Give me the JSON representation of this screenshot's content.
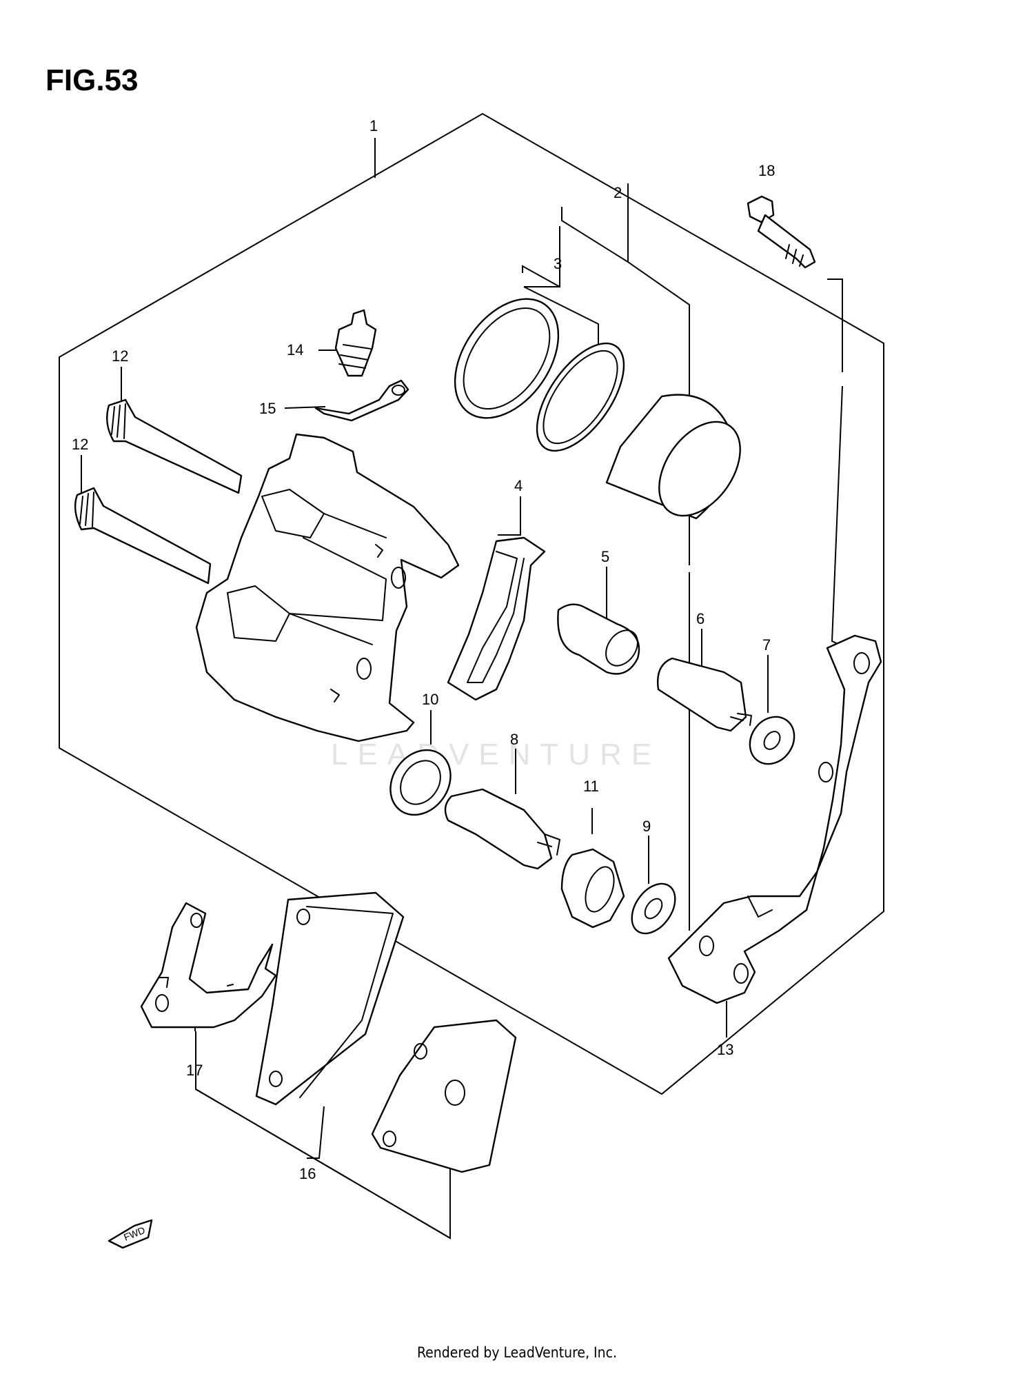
{
  "figure": {
    "title": "FIG.53"
  },
  "footer": {
    "text": "Rendered by LeadVenture, Inc."
  },
  "watermark": {
    "text": "LEADVENTURE"
  },
  "fwd_label": "FWD",
  "callouts": [
    {
      "id": "c1",
      "label": "1"
    },
    {
      "id": "c2",
      "label": "2"
    },
    {
      "id": "c3",
      "label": "3"
    },
    {
      "id": "c4",
      "label": "4"
    },
    {
      "id": "c5",
      "label": "5"
    },
    {
      "id": "c6",
      "label": "6"
    },
    {
      "id": "c7",
      "label": "7"
    },
    {
      "id": "c8",
      "label": "8"
    },
    {
      "id": "c9",
      "label": "9"
    },
    {
      "id": "c10",
      "label": "10"
    },
    {
      "id": "c11",
      "label": "11"
    },
    {
      "id": "c12a",
      "label": "12"
    },
    {
      "id": "c12b",
      "label": "12"
    },
    {
      "id": "c13",
      "label": "13"
    },
    {
      "id": "c14",
      "label": "14"
    },
    {
      "id": "c15",
      "label": "15"
    },
    {
      "id": "c16",
      "label": "16"
    },
    {
      "id": "c17",
      "label": "17"
    },
    {
      "id": "c18",
      "label": "18"
    }
  ]
}
